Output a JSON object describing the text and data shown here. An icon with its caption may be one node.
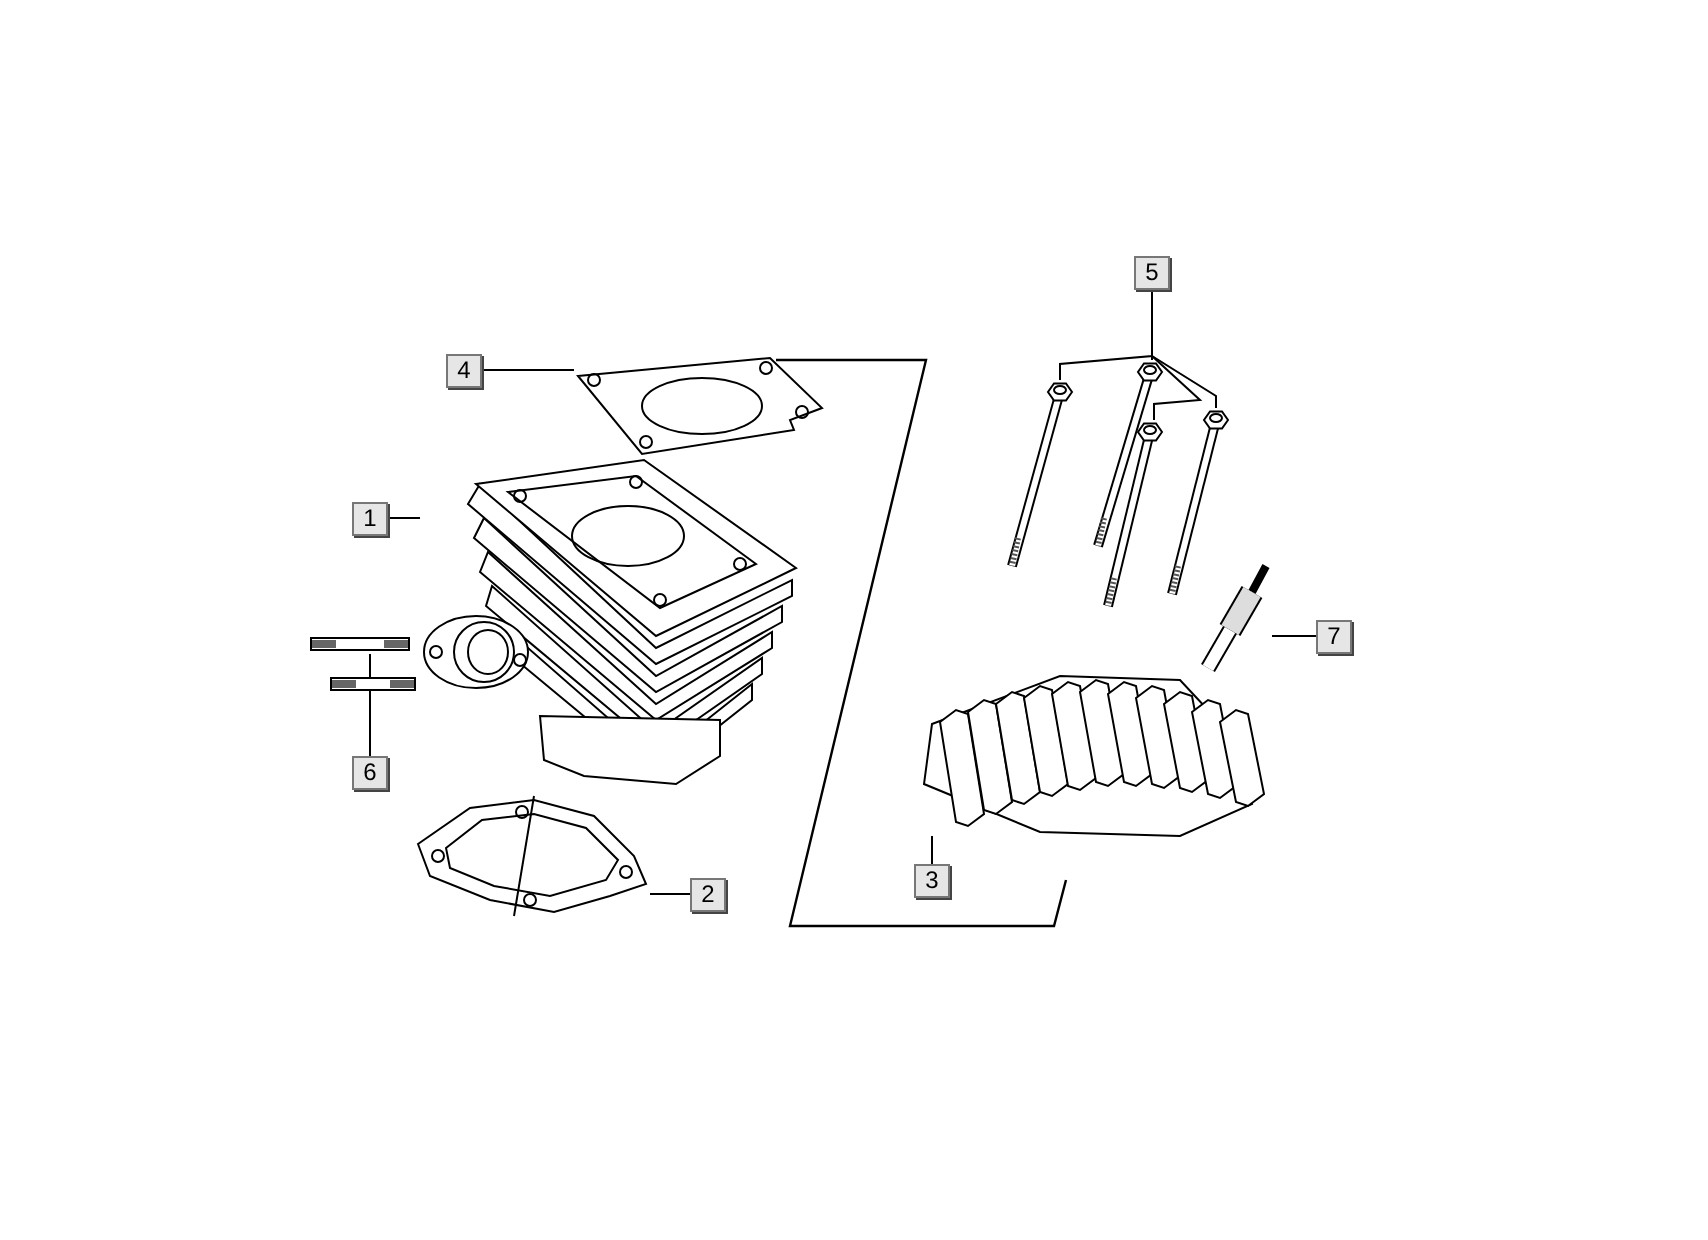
{
  "diagram": {
    "nodes": [
      {
        "text": [
          "5"
        ]
      },
      {
        "text": [
          "4"
        ]
      },
      {
        "text": [
          "1"
        ]
      },
      {
        "text": [
          "7"
        ]
      },
      {
        "text": [
          "6"
        ]
      },
      {
        "text": [
          "3"
        ]
      },
      {
        "text": [
          "2"
        ]
      },
      {
        "text": [],
        "shape": "picture"
      },
      {
        "text": [],
        "shape": "picture"
      },
      {
        "text": [],
        "shape": "picture"
      },
      {
        "text": [],
        "shape": "picture"
      },
      {
        "text": [],
        "shape": "picture"
      },
      {
        "text": [],
        "shape": "picture"
      },
      {
        "text": [],
        "shape": "picture"
      },
      {
        "text": [],
        "shape": "picture"
      },
      {
        "text": [],
        "shape": "picture"
      },
      {
        "text": [],
        "shape": "picture"
      },
      {
        "text": [],
        "shape": "picture"
      }
    ],
    "edges": [
      {
        "from": 0,
        "to": 12,
        "arrow": "none"
      },
      {
        "from": 0,
        "to": 13,
        "arrow": "none"
      },
      {
        "from": 0,
        "to": 14,
        "arrow": "none"
      },
      {
        "from": 0,
        "to": 15,
        "arrow": "none"
      },
      {
        "from": 1,
        "to": 7,
        "arrow": "none"
      },
      {
        "from": 2,
        "to": 8,
        "arrow": "none"
      },
      {
        "from": 3,
        "to": 17,
        "arrow": "none"
      },
      {
        "from": 4,
        "to": 9,
        "arrow": "none"
      },
      {
        "from": 4,
        "to": 10,
        "arrow": "none"
      },
      {
        "from": 5,
        "to": 16,
        "arrow": "none"
      },
      {
        "from": 6,
        "to": 11,
        "arrow": "none"
      }
    ]
  }
}
